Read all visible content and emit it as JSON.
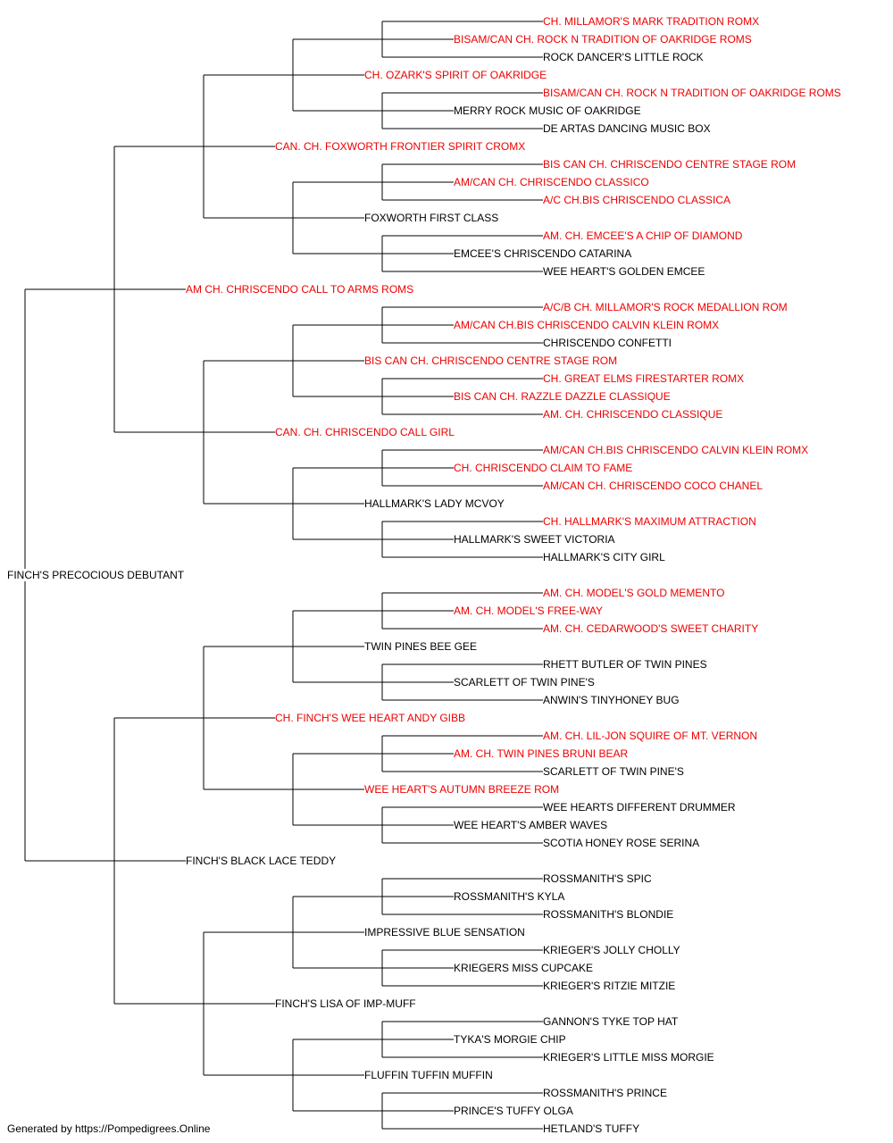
{
  "colors": {
    "champion": "#ee0000",
    "regular": "#000000",
    "line": "#000000"
  },
  "pedigree": {
    "name": "FINCH'S PRECOCIOUS DEBUTANT",
    "champion": false,
    "sire": {
      "name": "AM CH. CHRISCENDO CALL TO ARMS ROMS",
      "champion": true,
      "sire": {
        "name": "CAN. CH. FOXWORTH FRONTIER SPIRIT CROMX",
        "champion": true,
        "sire": {
          "name": "CH. OZARK'S SPIRIT OF OAKRIDGE",
          "champion": true,
          "sire": {
            "name": "BISAM/CAN CH. ROCK N TRADITION OF OAKRIDGE ROMS",
            "champion": true,
            "sire": {
              "name": "CH. MILLAMOR'S MARK TRADITION ROMX",
              "champion": true
            },
            "dam": {
              "name": "ROCK DANCER'S LITTLE ROCK",
              "champion": false
            }
          },
          "dam": {
            "name": "MERRY ROCK MUSIC OF OAKRIDGE",
            "champion": false,
            "sire": {
              "name": "BISAM/CAN CH. ROCK N TRADITION OF OAKRIDGE ROMS",
              "champion": true
            },
            "dam": {
              "name": "DE ARTAS DANCING MUSIC BOX",
              "champion": false
            }
          }
        },
        "dam": {
          "name": "FOXWORTH FIRST CLASS",
          "champion": false,
          "sire": {
            "name": "AM/CAN CH. CHRISCENDO CLASSICO",
            "champion": true,
            "sire": {
              "name": "BIS CAN CH. CHRISCENDO CENTRE STAGE ROM",
              "champion": true
            },
            "dam": {
              "name": "A/C CH.BIS CHRISCENDO CLASSICA",
              "champion": true
            }
          },
          "dam": {
            "name": "EMCEE'S CHRISCENDO CATARINA",
            "champion": false,
            "sire": {
              "name": "AM. CH. EMCEE'S A CHIP OF DIAMOND",
              "champion": true
            },
            "dam": {
              "name": "WEE HEART'S GOLDEN EMCEE",
              "champion": false
            }
          }
        }
      },
      "dam": {
        "name": "CAN. CH. CHRISCENDO CALL GIRL",
        "champion": true,
        "sire": {
          "name": "BIS CAN CH. CHRISCENDO CENTRE STAGE ROM",
          "champion": true,
          "sire": {
            "name": "AM/CAN CH.BIS CHRISCENDO CALVIN KLEIN ROMX",
            "champion": true,
            "sire": {
              "name": "A/C/B CH. MILLAMOR'S ROCK MEDALLION ROM",
              "champion": true
            },
            "dam": {
              "name": "CHRISCENDO CONFETTI",
              "champion": false
            }
          },
          "dam": {
            "name": "BIS CAN CH. RAZZLE DAZZLE CLASSIQUE",
            "champion": true,
            "sire": {
              "name": "CH. GREAT ELMS FIRESTARTER ROMX",
              "champion": true
            },
            "dam": {
              "name": "AM. CH. CHRISCENDO CLASSIQUE",
              "champion": true
            }
          }
        },
        "dam": {
          "name": "HALLMARK'S LADY MCVOY",
          "champion": false,
          "sire": {
            "name": "CH. CHRISCENDO CLAIM TO FAME",
            "champion": true,
            "sire": {
              "name": "AM/CAN CH.BIS CHRISCENDO CALVIN KLEIN ROMX",
              "champion": true
            },
            "dam": {
              "name": "AM/CAN CH. CHRISCENDO COCO CHANEL",
              "champion": true
            }
          },
          "dam": {
            "name": "HALLMARK'S SWEET VICTORIA",
            "champion": false,
            "sire": {
              "name": "CH. HALLMARK'S MAXIMUM ATTRACTION",
              "champion": true
            },
            "dam": {
              "name": "HALLMARK'S CITY GIRL",
              "champion": false
            }
          }
        }
      }
    },
    "dam": {
      "name": "FINCH'S BLACK LACE TEDDY",
      "champion": false,
      "sire": {
        "name": "CH. FINCH'S WEE HEART ANDY GIBB",
        "champion": true,
        "sire": {
          "name": "TWIN PINES BEE GEE",
          "champion": false,
          "sire": {
            "name": "AM. CH. MODEL'S FREE-WAY",
            "champion": true,
            "sire": {
              "name": "AM. CH. MODEL'S GOLD MEMENTO",
              "champion": true
            },
            "dam": {
              "name": "AM. CH. CEDARWOOD'S SWEET CHARITY",
              "champion": true
            }
          },
          "dam": {
            "name": "SCARLETT OF TWIN PINE'S",
            "champion": false,
            "sire": {
              "name": "RHETT BUTLER OF TWIN PINES",
              "champion": false
            },
            "dam": {
              "name": "ANWIN'S TINYHONEY BUG",
              "champion": false
            }
          }
        },
        "dam": {
          "name": "WEE HEART'S AUTUMN BREEZE ROM",
          "champion": true,
          "sire": {
            "name": "AM. CH. TWIN PINES BRUNI BEAR",
            "champion": true,
            "sire": {
              "name": "AM. CH. LIL-JON SQUIRE OF MT. VERNON",
              "champion": true
            },
            "dam": {
              "name": "SCARLETT OF TWIN PINE'S",
              "champion": false
            }
          },
          "dam": {
            "name": "WEE HEART'S AMBER WAVES",
            "champion": false,
            "sire": {
              "name": "WEE HEARTS DIFFERENT DRUMMER",
              "champion": false
            },
            "dam": {
              "name": "SCOTIA HONEY ROSE SERINA",
              "champion": false
            }
          }
        }
      },
      "dam": {
        "name": "FINCH'S LISA OF IMP-MUFF",
        "champion": false,
        "sire": {
          "name": "IMPRESSIVE BLUE SENSATION",
          "champion": false,
          "sire": {
            "name": "ROSSMANITH'S KYLA",
            "champion": false,
            "sire": {
              "name": "ROSSMANITH'S SPIC",
              "champion": false
            },
            "dam": {
              "name": "ROSSMANITH'S BLONDIE",
              "champion": false
            }
          },
          "dam": {
            "name": "KRIEGERS MISS CUPCAKE",
            "champion": false,
            "sire": {
              "name": "KRIEGER'S JOLLY CHOLLY",
              "champion": false
            },
            "dam": {
              "name": "KRIEGER'S RITZIE MITZIE",
              "champion": false
            }
          }
        },
        "dam": {
          "name": "FLUFFIN TUFFIN MUFFIN",
          "champion": false,
          "sire": {
            "name": "TYKA'S MORGIE CHIP",
            "champion": false,
            "sire": {
              "name": "GANNON'S TYKE TOP HAT",
              "champion": false
            },
            "dam": {
              "name": "KRIEGER'S LITTLE MISS MORGIE",
              "champion": false
            }
          },
          "dam": {
            "name": "PRINCE'S TUFFY OLGA",
            "champion": false,
            "sire": {
              "name": "ROSSMANITH'S PRINCE",
              "champion": false
            },
            "dam": {
              "name": "HETLAND'S TUFFY",
              "champion": false
            }
          }
        }
      }
    }
  },
  "footer": "Generated by https://Pompedigrees.Online"
}
